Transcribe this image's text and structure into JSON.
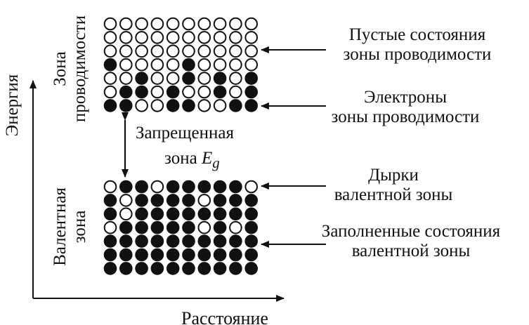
{
  "axes": {
    "y_label": "Энергия",
    "x_label": "Расстояние"
  },
  "bands": {
    "conduction": {
      "label_line1": "Зона",
      "label_line2": "проводимости",
      "rows": [
        "oooooooooo",
        "oooooooooo",
        "oooooooooo",
        "•oooo•oooo",
        "oo•oo•o•o•",
        "o••o•oo•o•",
        "••oo••oo••"
      ]
    },
    "valence": {
      "label_line1": "Валентная",
      "label_line2": "зона",
      "rows": [
        "o••o•••••o",
        "•o••••o•••",
        "•o••••••••",
        "o•••••o•o•",
        "••••••••••",
        "••••••••••",
        "••••••••••"
      ]
    },
    "gap": {
      "label_line1": "Запрещенная",
      "label_line2_prefix": "зона ",
      "symbol": "E",
      "subscript": "g"
    }
  },
  "annotations": {
    "empty_states": [
      "Пустые состояния",
      "зоны проводимости"
    ],
    "conduction_electrons": [
      "Электроны",
      "зоны проводимости"
    ],
    "valence_holes": [
      "Дырки",
      "валентной зоны"
    ],
    "filled_states": [
      "Заполненные состояния",
      "валентной зоны"
    ]
  },
  "colors": {
    "ink": "#111111",
    "background": "#ffffff"
  }
}
